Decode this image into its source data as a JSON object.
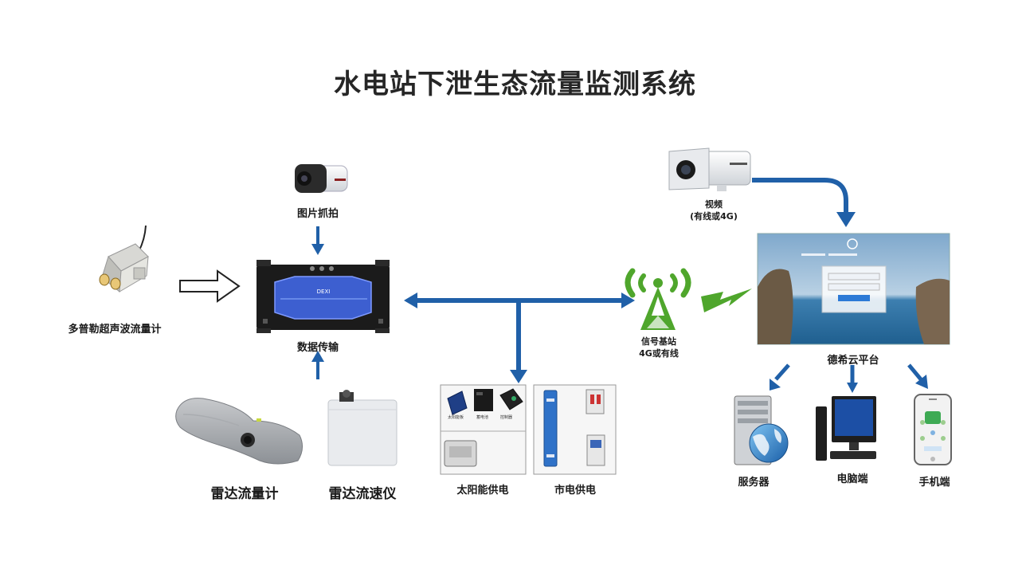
{
  "title": "水电站下泄生态流量监测系统",
  "nodes": {
    "capture": "图片抓拍",
    "doppler": "多普勒超声波流量计",
    "transmission": "数据传输",
    "radar_flowmeter": "雷达流量计",
    "radar_velocimeter": "雷达流速仪",
    "solar": "太阳能供电",
    "grid": "市电供电",
    "base_station": "信号基站",
    "base_station_sub": "4G或有线",
    "video": "视频",
    "video_sub": "(有线或4G)",
    "cloud": "德希云平台",
    "server": "服务器",
    "pc": "电脑端",
    "mobile": "手机端"
  },
  "colors": {
    "arrow": "#2060a8",
    "antenna": "#4fa62c",
    "device_screen": "#3d5fd0",
    "device_body": "#1b1b1b"
  },
  "icons": [
    "bullet-camera-icon",
    "doppler-sensor-icon",
    "data-terminal-icon",
    "radar-flowmeter-icon",
    "radar-velocimeter-icon",
    "solar-panel-icon",
    "grid-power-icon",
    "antenna-tower-icon",
    "cloud-platform-icon",
    "server-icon",
    "desktop-pc-icon",
    "mobile-phone-icon"
  ]
}
